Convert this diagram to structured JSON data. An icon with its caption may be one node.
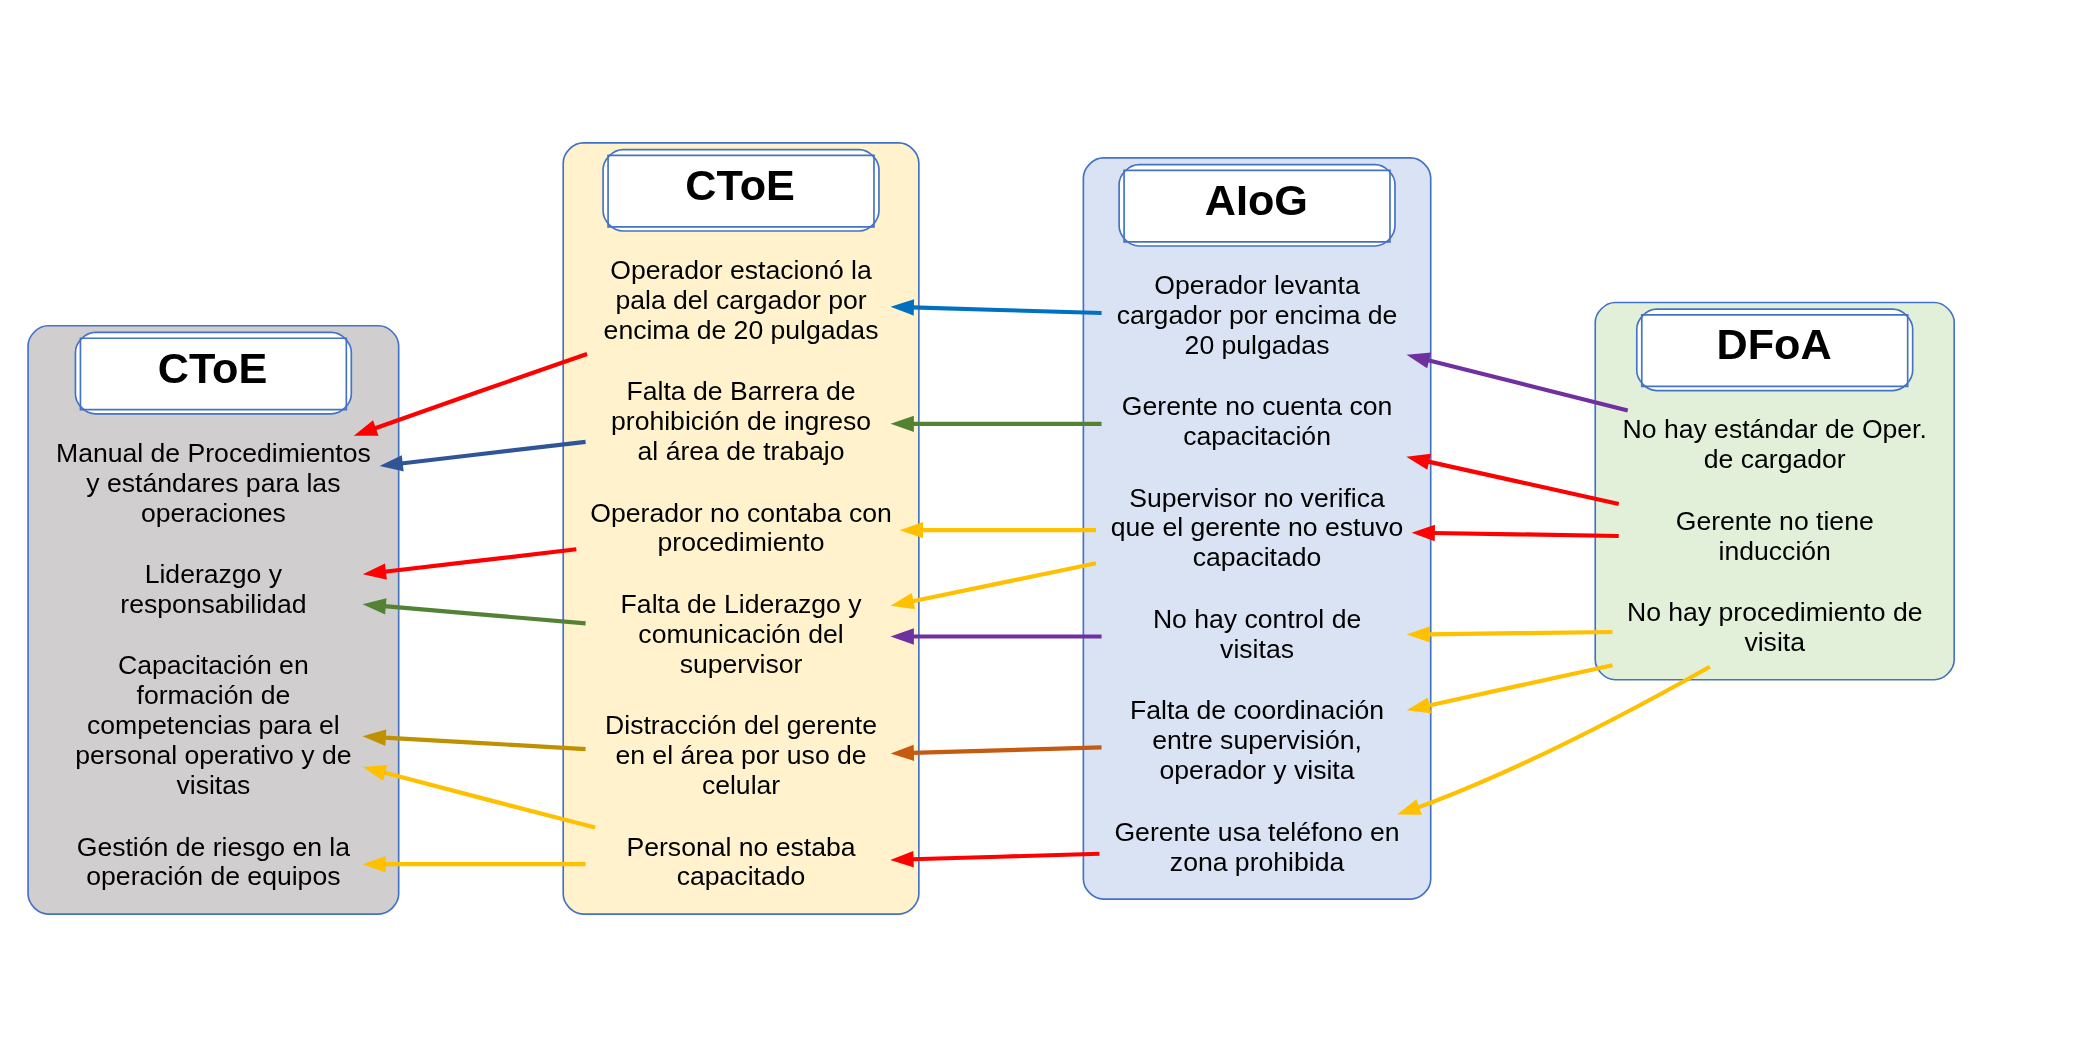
{
  "diagram": {
    "nodes": [
      {
        "text": [
          "CToE"
        ]
      },
      {
        "text": [
          "Liderazgo y responsabilidad"
        ],
        "in": 0
      },
      {
        "text": [
          "Capacitación en formación de competencias para el personal operativo y de visitas"
        ],
        "in": 0
      },
      {
        "text": [
          "Manual de Procedimientos y estándares para las operaciones"
        ],
        "in": 0
      },
      {
        "text": [
          "Gestión de riesgo en la operación de equipos"
        ],
        "in": 0
      },
      {
        "text": [
          "CToE"
        ]
      },
      {
        "text": [
          "Personal no estaba capacitado"
        ],
        "in": 5
      },
      {
        "text": [
          "Operador no contaba con procedimiento"
        ],
        "in": 5
      },
      {
        "text": [
          "Operador estacionó la pala del cargador por encima de 20 pulgadas"
        ],
        "in": 5
      },
      {
        "text": [
          "Falta de Liderazgo y comunicación del supervisor"
        ],
        "in": 5
      },
      {
        "text": [
          "Falta de Barrera de prohibición de ingreso al área de trabajo"
        ],
        "in": 5
      },
      {
        "text": [
          "Distracción del gerente en el área por uso de celular"
        ],
        "in": 5
      },
      {
        "text": [
          "AIoG"
        ]
      },
      {
        "text": [
          "Supervisor no verifica que el gerente no estuvo capacitado"
        ],
        "in": 12
      },
      {
        "text": [
          "Gerente no cuenta con capacitación"
        ],
        "in": 12
      },
      {
        "text": [
          "No hay control de visitas"
        ],
        "in": 12
      },
      {
        "text": [
          "Falta de coordinación entre supervisión, operador y visita"
        ],
        "in": 12
      },
      {
        "text": [
          "Gerente usa teléfono en zona prohibida"
        ],
        "in": 12
      },
      {
        "text": [
          "Operador levanta cargador por encima de 20 pulgadas"
        ],
        "in": 12
      },
      {
        "text": [
          "DFoA"
        ]
      },
      {
        "text": [
          "Gerente no tiene inducción"
        ],
        "in": 19
      },
      {
        "text": [
          "No hay procedimiento de visita"
        ],
        "in": 19
      },
      {
        "text": [
          "No hay estándar de Oper. de cargador"
        ],
        "in": 19
      }
    ],
    "edges": [
      {
        "from": 7,
        "to": 1,
        "arrow": "to",
        "color": "#ff0000"
      },
      {
        "from": 6,
        "to": 2,
        "arrow": "to",
        "color": "#ffc000"
      },
      {
        "from": 6,
        "to": 4,
        "arrow": "to",
        "color": "#ffc000"
      },
      {
        "from": 9,
        "to": 1,
        "arrow": "to",
        "color": "#548235"
      },
      {
        "from": 8,
        "to": 3,
        "arrow": "to",
        "color": "#ff0000"
      },
      {
        "from": 10,
        "to": 3,
        "arrow": "to",
        "color": "#2f5597"
      },
      {
        "from": 11,
        "to": 2,
        "arrow": "to",
        "color": "#bf9000"
      },
      {
        "from": 17,
        "to": 6,
        "arrow": "to",
        "color": "#ff0000"
      },
      {
        "from": 13,
        "to": 7,
        "arrow": "to",
        "color": "#ffc000"
      },
      {
        "from": 13,
        "to": 9,
        "arrow": "to",
        "color": "#ffc000"
      },
      {
        "from": 18,
        "to": 8,
        "arrow": "to",
        "color": "#0070c0"
      },
      {
        "from": 15,
        "to": 9,
        "arrow": "to",
        "color": "#7030a0"
      },
      {
        "from": 14,
        "to": 10,
        "arrow": "to",
        "color": "#548235"
      },
      {
        "from": 16,
        "to": 11,
        "arrow": "to",
        "color": "#c55a11"
      },
      {
        "from": 20,
        "to": 13,
        "arrow": "to",
        "color": "#ff0000"
      },
      {
        "from": 20,
        "to": 14,
        "arrow": "to",
        "color": "#ff0000"
      },
      {
        "from": 21,
        "to": 15,
        "arrow": "to",
        "color": "#ffc000"
      },
      {
        "from": 21,
        "to": 16,
        "arrow": "to",
        "color": "#ffc000"
      },
      {
        "from": 21,
        "to": 17,
        "arrow": "to",
        "color": "#ffc000"
      },
      {
        "from": 22,
        "to": 18,
        "arrow": "to",
        "color": "#7030a0"
      }
    ]
  }
}
